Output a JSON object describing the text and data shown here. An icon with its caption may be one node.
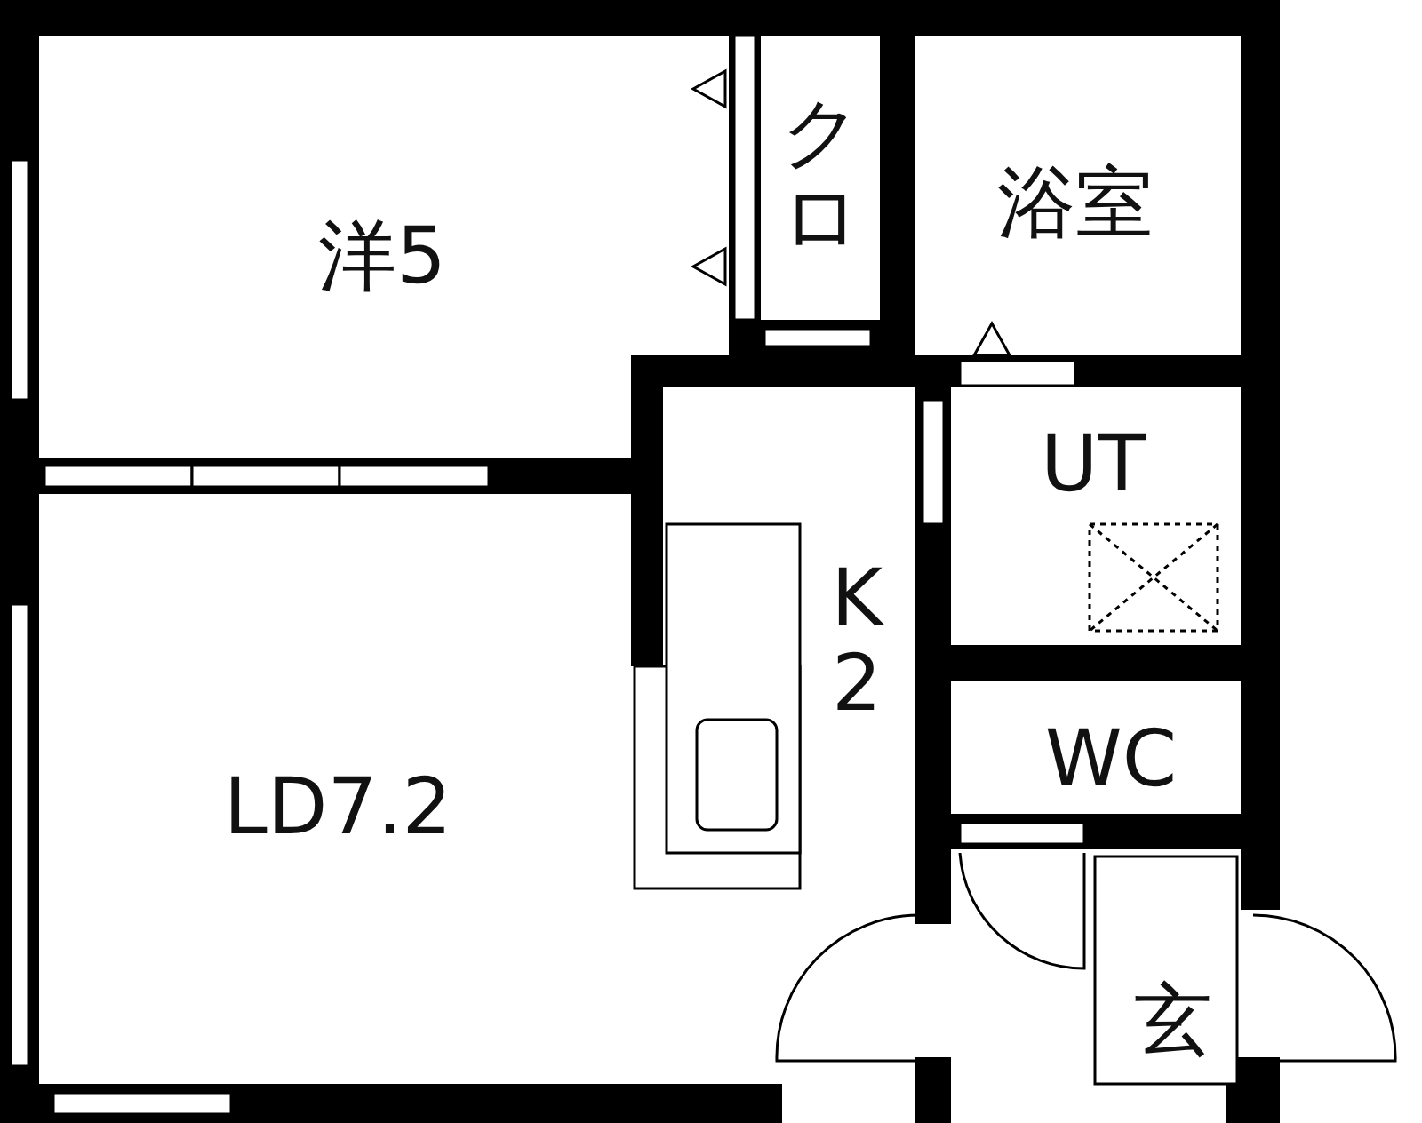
{
  "diagram": {
    "labels": [
      "洋5",
      "クロ",
      "浴室",
      "UT",
      "K 2",
      "WC",
      "LD7.2",
      "玄"
    ]
  }
}
